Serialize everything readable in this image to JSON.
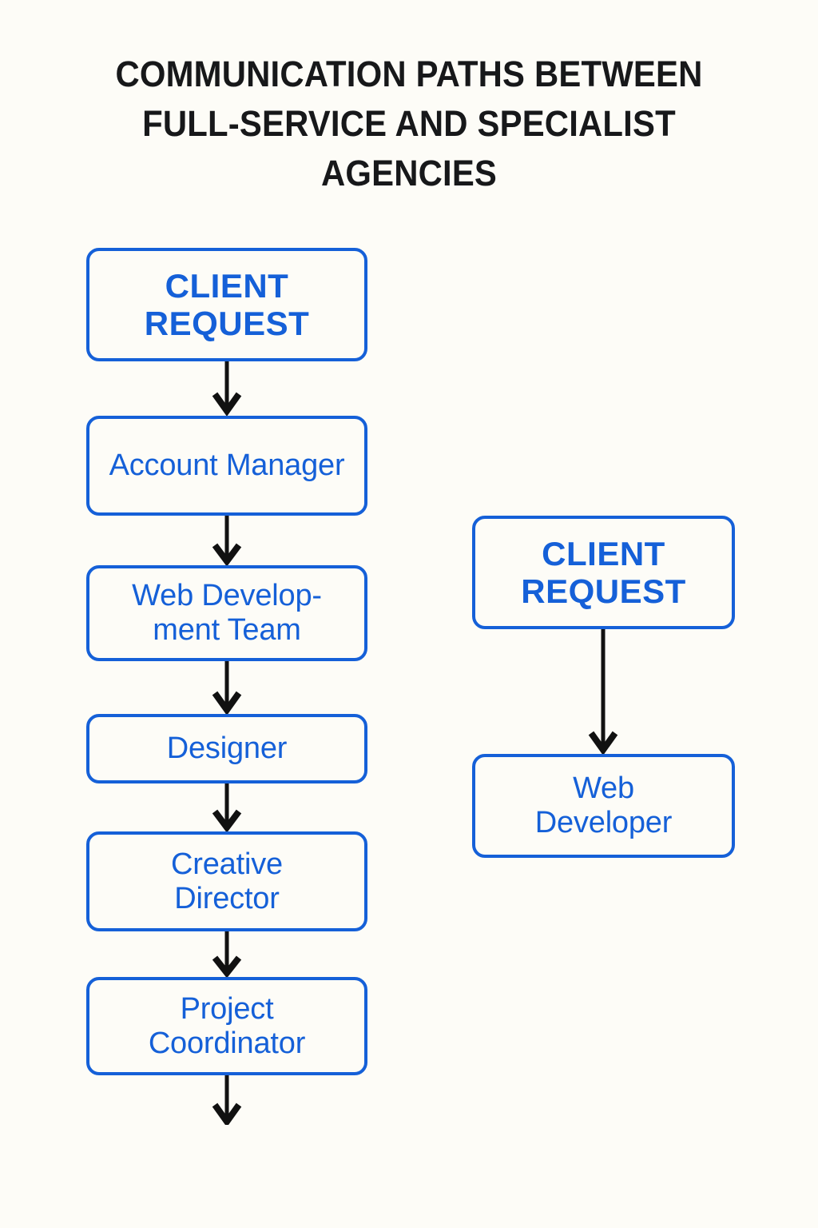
{
  "page": {
    "background_color": "#fdfcf7",
    "accent_color": "#1560d8",
    "title_color": "#17181a",
    "arrow_color": "#111111"
  },
  "header": {
    "title": "COMMUNICATION PATHS BETWEEN FULL-SERVICE AND SPECIALIST AGENCIES"
  },
  "diagram": {
    "type": "flowchart",
    "columns": [
      {
        "name": "full-service-agency-path",
        "nodes": [
          {
            "id": "fs-client-request",
            "label": "CLIENT REQUEST",
            "emphasis": "strong"
          },
          {
            "id": "fs-account-manager",
            "label": "Account Manager",
            "emphasis": "normal"
          },
          {
            "id": "fs-web-dev-team",
            "label": "Web Develop-\nment Team",
            "emphasis": "normal"
          },
          {
            "id": "fs-designer",
            "label": "Designer",
            "emphasis": "normal"
          },
          {
            "id": "fs-creative-director",
            "label": "Creative Director",
            "emphasis": "normal"
          },
          {
            "id": "fs-project-coordinator",
            "label": "Project Coordinator",
            "emphasis": "normal"
          }
        ]
      },
      {
        "name": "specialist-agency-path",
        "nodes": [
          {
            "id": "sp-client-request",
            "label": "CLIENT REQUEST",
            "emphasis": "strong"
          },
          {
            "id": "sp-web-developer",
            "label": "Web Developer",
            "emphasis": "normal"
          }
        ]
      }
    ],
    "edges": [
      {
        "from": "fs-client-request",
        "to": "fs-account-manager"
      },
      {
        "from": "fs-account-manager",
        "to": "fs-web-dev-team"
      },
      {
        "from": "fs-web-dev-team",
        "to": "fs-designer"
      },
      {
        "from": "fs-designer",
        "to": "fs-creative-director"
      },
      {
        "from": "fs-creative-director",
        "to": "fs-project-coordinator"
      },
      {
        "from": "fs-project-coordinator",
        "to": null
      },
      {
        "from": "sp-client-request",
        "to": "sp-web-developer"
      }
    ]
  },
  "labels": {
    "client_request": "CLIENT REQUEST",
    "account_manager": "Account Manager",
    "web_dev_team_line1": "Web Develop-",
    "web_dev_team_line2": "ment Team",
    "designer": "Designer",
    "creative_director_line1": "Creative",
    "creative_director_line2": "Director",
    "project_coordinator_line1": "Project",
    "project_coordinator_line2": "Coordinator",
    "client_request_right": "CLIENT REQUEST",
    "web_developer_line1": "Web",
    "web_developer_line2": "Developer"
  }
}
